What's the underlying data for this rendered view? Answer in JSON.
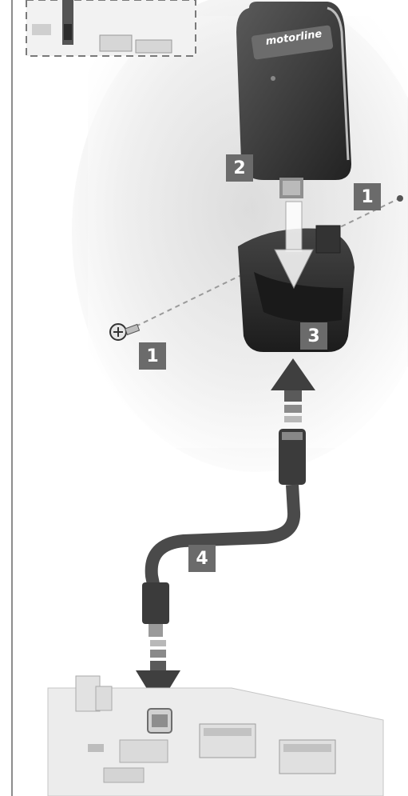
{
  "colors": {
    "badge": "#6b6b6b",
    "device": "#3a3a3a",
    "cradle": "#2e2e2e",
    "arrow": "#4a4a4a",
    "board": "#e9e9e9",
    "rule": "#8d8d8d"
  },
  "device": {
    "brand": "motorline"
  },
  "steps": {
    "screw_left": "1",
    "screw_right": "1",
    "insert": "2",
    "cradle": "3",
    "cable": "4"
  },
  "icons": {
    "screw": "screw-icon",
    "arrow_down": "arrow-down-icon",
    "arrow_up": "arrow-up-icon"
  }
}
